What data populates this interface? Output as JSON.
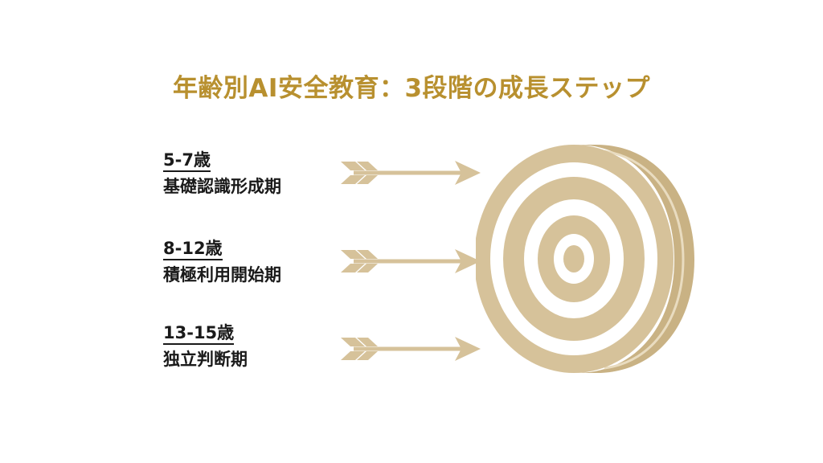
{
  "title": "年齢別AI安全教育：3段階の成長ステップ",
  "stages": [
    {
      "age": "5-7歳",
      "phase": "基礎認識形成期"
    },
    {
      "age": "8-12歳",
      "phase": "積極利用開始期"
    },
    {
      "age": "13-15歳",
      "phase": "独立判断期"
    }
  ],
  "icons": {
    "arrow": "arrow-icon",
    "target": "target-icon"
  },
  "colors": {
    "title": "#b8902f",
    "accent": "#d6c29a",
    "accent_dark": "#c9b284",
    "text": "#1a1a1a"
  }
}
